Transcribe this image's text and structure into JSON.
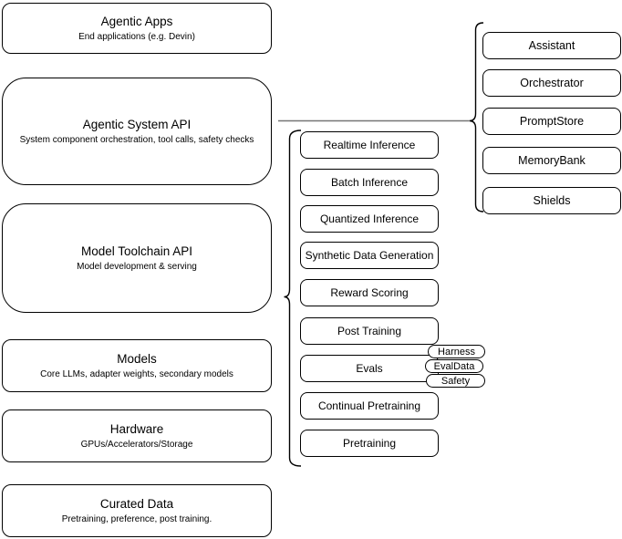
{
  "diagram": {
    "background": "#ffffff",
    "node_border_color": "#000000",
    "node_fill_color": "#ffffff",
    "connector_color": "#757575",
    "brace_color": "#000000"
  },
  "left_column": [
    {
      "title": "Agentic Apps",
      "subtitle": "End applications (e.g. Devin)"
    },
    {
      "title": "Agentic System API",
      "subtitle": "System component orchestration, tool calls, safety checks"
    },
    {
      "title": "Model Toolchain API",
      "subtitle": "Model development & serving"
    },
    {
      "title": "Models",
      "subtitle": "Core LLMs, adapter weights, secondary models"
    },
    {
      "title": "Hardware",
      "subtitle": "GPUs/Accelerators/Storage"
    },
    {
      "title": "Curated Data",
      "subtitle": "Pretraining, preference, post training."
    }
  ],
  "toolchain_services": [
    "Realtime Inference",
    "Batch Inference",
    "Quantized Inference",
    "Synthetic Data Generation",
    "Reward Scoring",
    "Post Training",
    "Evals",
    "Continual Pretraining",
    "Pretraining"
  ],
  "eval_components": [
    "Harness",
    "EvalData",
    "Safety"
  ],
  "system_components": [
    "Assistant",
    "Orchestrator",
    "PromptStore",
    "MemoryBank",
    "Shields"
  ]
}
